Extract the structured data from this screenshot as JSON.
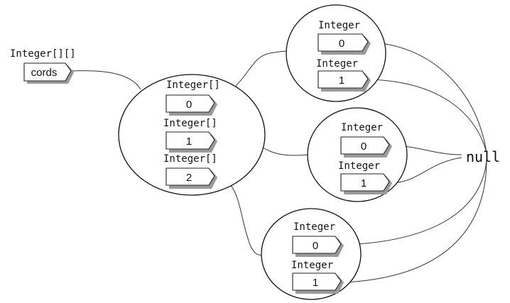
{
  "root": {
    "type_label": "Integer[][]",
    "variable": "cords"
  },
  "outer_array": {
    "slots": [
      {
        "type_label": "Integer[]",
        "value": "0"
      },
      {
        "type_label": "Integer[]",
        "value": "1"
      },
      {
        "type_label": "Integer[]",
        "value": "2"
      }
    ]
  },
  "inner_arrays": [
    {
      "slots": [
        {
          "type_label": "Integer",
          "value": "0"
        },
        {
          "type_label": "Integer",
          "value": "1"
        }
      ]
    },
    {
      "slots": [
        {
          "type_label": "Integer",
          "value": "0"
        },
        {
          "type_label": "Integer",
          "value": "1"
        }
      ]
    },
    {
      "slots": [
        {
          "type_label": "Integer",
          "value": "0"
        },
        {
          "type_label": "Integer",
          "value": "1"
        }
      ]
    }
  ],
  "null_label": "null"
}
